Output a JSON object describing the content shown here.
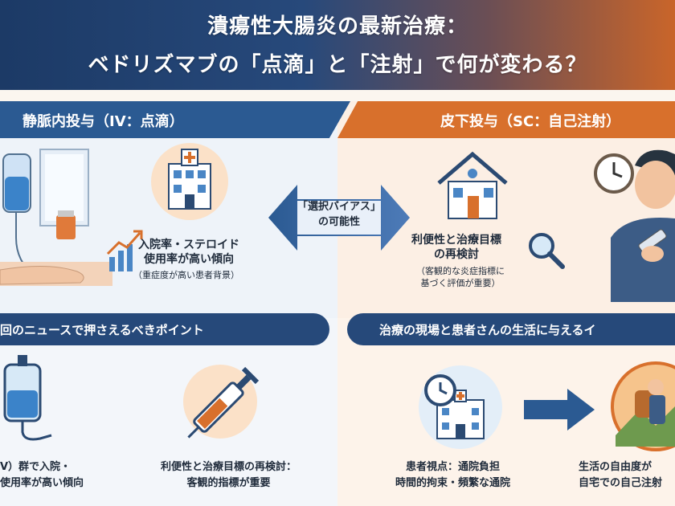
{
  "header": {
    "title_line1": "潰瘍性大腸炎の最新治療：",
    "title_line2": "ベドリズマブの「点滴」と「注射」で何が変わる？"
  },
  "iv_panel": {
    "title": "静脈内投与（IV：点滴）",
    "text_line1": "入院率・ステロイド",
    "text_line2": "使用率が高い傾向",
    "note": "（重症度が高い患者背景）"
  },
  "sc_panel": {
    "title": "皮下投与（SC：自己注射）",
    "text_line1": "利便性と治療目標",
    "text_line2": "の再検討",
    "note_line1": "（客観的な炎症指標に",
    "note_line2": "基づく評価が重要）"
  },
  "bias": {
    "line1": "「選択バイアス」",
    "line2": "の可能性"
  },
  "bottom_left": {
    "header": "回のニュースで押さえるべきポイント",
    "item1_line1": "V）群で入院・",
    "item1_line2": "使用率が高い傾向",
    "item2_line1": "利便性と治療目標の再検討：",
    "item2_line2": "客観的指標が重要"
  },
  "bottom_right": {
    "header": "治療の現場と患者さんの生活に与えるイ",
    "item1_line1": "患者視点：通院負担",
    "item1_line2": "時間的拘束・頻繁な通院",
    "item2_line1": "生活の自由度が",
    "item2_line2": "自宅での自己注射"
  },
  "colors": {
    "iv_blue": "#2b5a92",
    "sc_orange": "#d8702c",
    "navy": "#26497a"
  }
}
